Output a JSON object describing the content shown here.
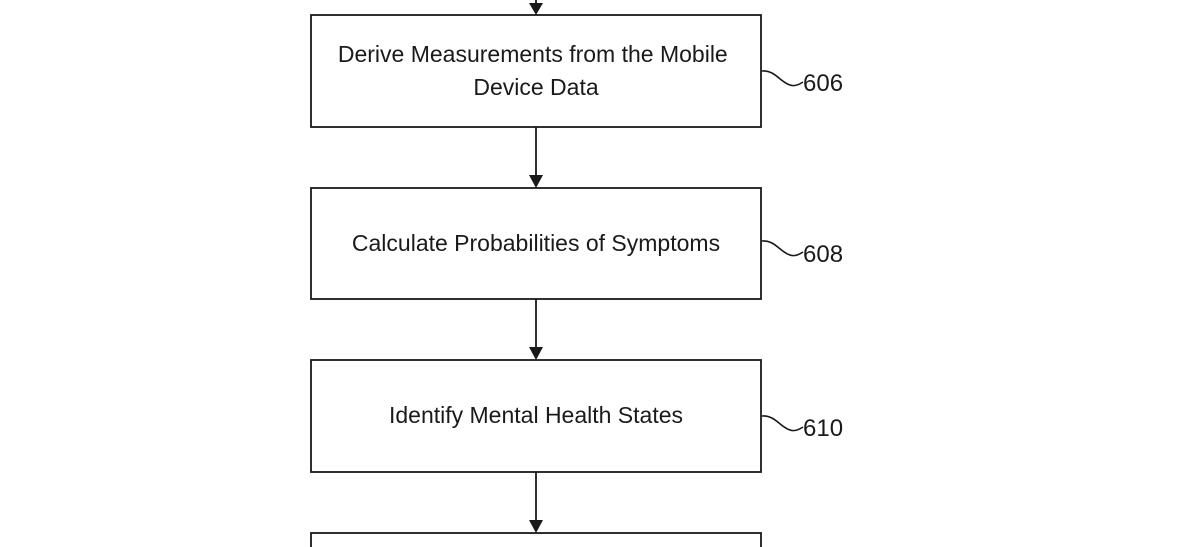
{
  "steps": [
    {
      "ref": "606",
      "lines": [
        "Derive Measurements from the  Mobile",
        "Device Data"
      ]
    },
    {
      "ref": "608",
      "lines": [
        "Calculate Probabilities of Symptoms"
      ]
    },
    {
      "ref": "610",
      "lines": [
        "Identify Mental Health States"
      ]
    }
  ],
  "colors": {
    "line": "#1a1a1a",
    "background": "#ffffff"
  }
}
